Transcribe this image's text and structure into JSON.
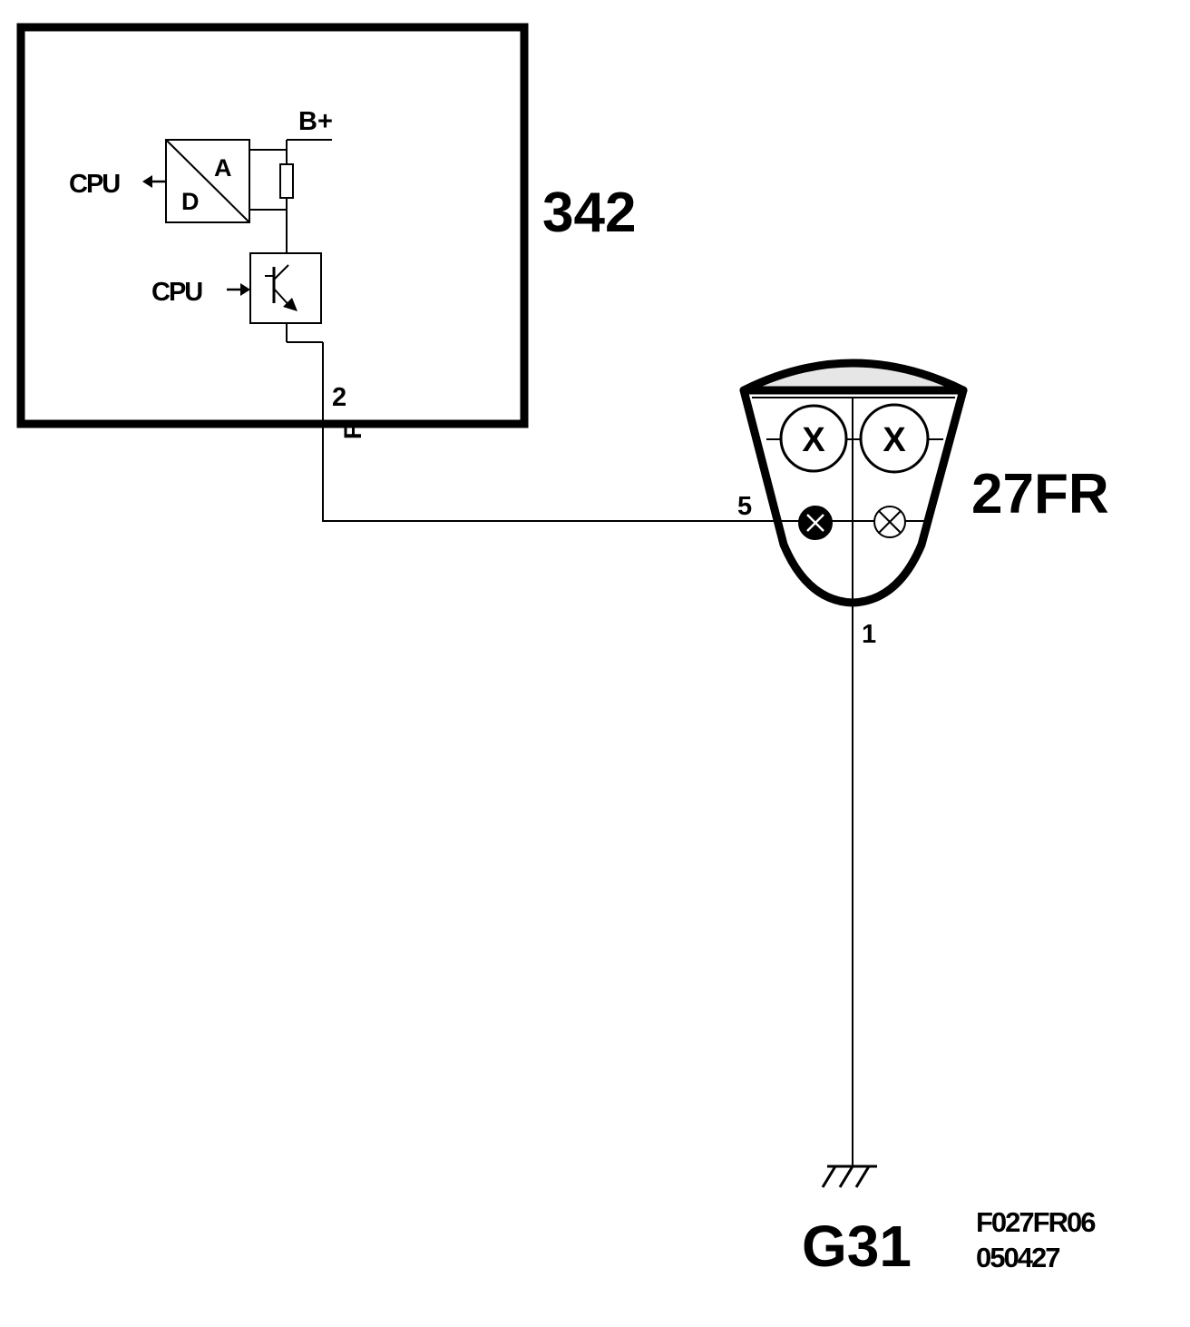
{
  "module": {
    "id": "342",
    "pin": "2",
    "wire_color": "F",
    "supply_label": "B+",
    "adc": {
      "in_label": "A",
      "out_label": "D",
      "cpu_label": "CPU"
    },
    "driver": {
      "cpu_label": "CPU"
    }
  },
  "lamp": {
    "id": "27FR",
    "pin_signal": "5",
    "pin_ground": "1",
    "bulb_labels": [
      "X",
      "X"
    ]
  },
  "ground": {
    "id": "G31"
  },
  "drawing": {
    "code": "F027FR06",
    "date_code": "050427"
  },
  "colors": {
    "line": "#000000",
    "background": "#ffffff",
    "lamp_lens": "#e6e6e6"
  }
}
